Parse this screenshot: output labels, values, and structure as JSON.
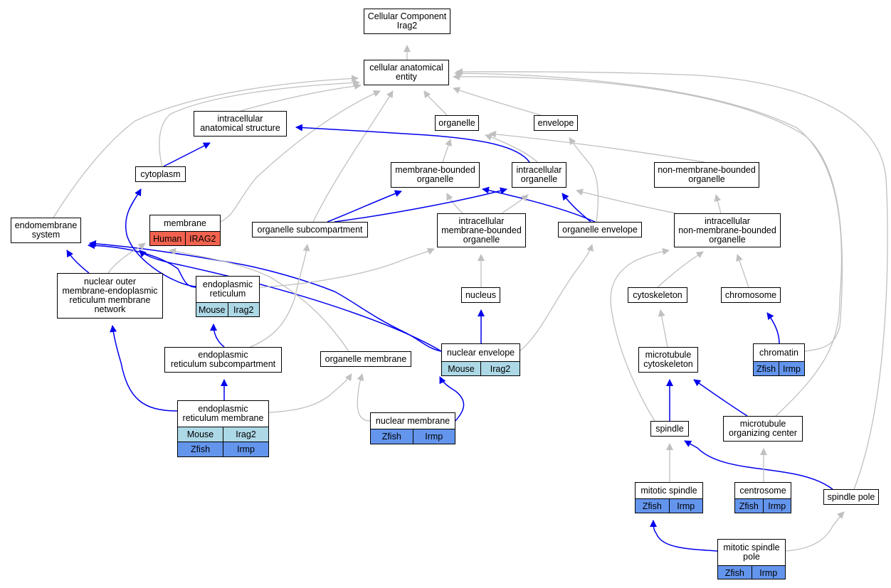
{
  "colors": {
    "edge_gray": "#c0c0c0",
    "edge_blue": "#0000ee",
    "human": "#f2634f",
    "mouse": "#add8e6",
    "zfish": "#6495ed"
  },
  "nodes": [
    {
      "id": "root",
      "label": "Cellular Component\nIrag2"
    },
    {
      "id": "cae",
      "label": "cellular anatomical\nentity"
    },
    {
      "id": "ias",
      "label": "intracellular\nanatomical structure"
    },
    {
      "id": "organelle",
      "label": "organelle"
    },
    {
      "id": "envelope",
      "label": "envelope"
    },
    {
      "id": "cytoplasm",
      "label": "cytoplasm"
    },
    {
      "id": "mbo",
      "label": "membrane-bounded\norganelle"
    },
    {
      "id": "io",
      "label": "intracellular\norganelle"
    },
    {
      "id": "nmbo",
      "label": "non-membrane-bounded\norganelle"
    },
    {
      "id": "endomembrane",
      "label": "endomembrane\nsystem"
    },
    {
      "id": "membrane",
      "label": "membrane",
      "rows": [
        [
          {
            "text": "Human",
            "species": "human"
          },
          {
            "text": "IRAG2",
            "species": "human"
          }
        ]
      ]
    },
    {
      "id": "osub",
      "label": "organelle subcompartment"
    },
    {
      "id": "imbo",
      "label": "intracellular\nmembrane-bounded\norganelle"
    },
    {
      "id": "oenv",
      "label": "organelle envelope"
    },
    {
      "id": "inmbo",
      "label": "intracellular\nnon-membrane-bounded\norganelle"
    },
    {
      "id": "nomer",
      "label": "nuclear outer\nmembrane-endoplasmic\nreticulum membrane\nnetwork"
    },
    {
      "id": "er",
      "label": "endoplasmic\nreticulum",
      "rows": [
        [
          {
            "text": "Mouse",
            "species": "mouse"
          },
          {
            "text": "Irag2",
            "species": "mouse"
          }
        ]
      ]
    },
    {
      "id": "nucleus",
      "label": "nucleus"
    },
    {
      "id": "cytoskeleton",
      "label": "cytoskeleton"
    },
    {
      "id": "chromosome",
      "label": "chromosome"
    },
    {
      "id": "ersub",
      "label": "endoplasmic\nreticulum subcompartment"
    },
    {
      "id": "omem",
      "label": "organelle membrane"
    },
    {
      "id": "nenv",
      "label": "nuclear envelope",
      "rows": [
        [
          {
            "text": "Mouse",
            "species": "mouse"
          },
          {
            "text": "Irag2",
            "species": "mouse"
          }
        ]
      ]
    },
    {
      "id": "mtcyto",
      "label": "microtubule\ncytoskeleton"
    },
    {
      "id": "chromatin",
      "label": "chromatin",
      "rows": [
        [
          {
            "text": "Zfish",
            "species": "zfish"
          },
          {
            "text": "Irmp",
            "species": "zfish"
          }
        ]
      ]
    },
    {
      "id": "erm",
      "label": "endoplasmic\nreticulum membrane",
      "rows": [
        [
          {
            "text": "Mouse",
            "species": "mouse"
          },
          {
            "text": "Irag2",
            "species": "mouse"
          }
        ],
        [
          {
            "text": "Zfish",
            "species": "zfish"
          },
          {
            "text": "Irmp",
            "species": "zfish"
          }
        ]
      ]
    },
    {
      "id": "nmem",
      "label": "nuclear membrane",
      "rows": [
        [
          {
            "text": "Zfish",
            "species": "zfish"
          },
          {
            "text": "Irmp",
            "species": "zfish"
          }
        ]
      ]
    },
    {
      "id": "spindle",
      "label": "spindle"
    },
    {
      "id": "mtoc",
      "label": "microtubule\norganizing center"
    },
    {
      "id": "mspindle",
      "label": "mitotic spindle",
      "rows": [
        [
          {
            "text": "Zfish",
            "species": "zfish"
          },
          {
            "text": "Irmp",
            "species": "zfish"
          }
        ]
      ]
    },
    {
      "id": "centrosome",
      "label": "centrosome",
      "rows": [
        [
          {
            "text": "Zfish",
            "species": "zfish"
          },
          {
            "text": "Irmp",
            "species": "zfish"
          }
        ]
      ]
    },
    {
      "id": "spole",
      "label": "spindle pole"
    },
    {
      "id": "msp",
      "label": "mitotic spindle\npole",
      "rows": [
        [
          {
            "text": "Zfish",
            "species": "zfish"
          },
          {
            "text": "Irmp",
            "species": "zfish"
          }
        ]
      ]
    }
  ],
  "edges": [
    {
      "from": "cae",
      "to": "root",
      "type": "gray"
    },
    {
      "from": "ias",
      "to": "cae",
      "type": "gray"
    },
    {
      "from": "organelle",
      "to": "cae",
      "type": "gray"
    },
    {
      "from": "envelope",
      "to": "cae",
      "type": "gray"
    },
    {
      "from": "cytoplasm",
      "to": "cae",
      "type": "gray"
    },
    {
      "from": "endomembrane",
      "to": "cae",
      "type": "gray"
    },
    {
      "from": "membrane",
      "to": "cae",
      "type": "gray"
    },
    {
      "from": "osub",
      "to": "cae",
      "type": "gray"
    },
    {
      "from": "chromatin",
      "to": "cae",
      "type": "gray"
    },
    {
      "from": "mtoc",
      "to": "cae",
      "type": "gray"
    },
    {
      "from": "spole",
      "to": "cae",
      "type": "gray"
    },
    {
      "from": "cytoplasm",
      "to": "ias",
      "type": "blue"
    },
    {
      "from": "io",
      "to": "ias",
      "type": "blue"
    },
    {
      "from": "mbo",
      "to": "organelle",
      "type": "gray"
    },
    {
      "from": "io",
      "to": "organelle",
      "type": "gray"
    },
    {
      "from": "nmbo",
      "to": "organelle",
      "type": "gray"
    },
    {
      "from": "oenv",
      "to": "envelope",
      "type": "gray"
    },
    {
      "from": "osub",
      "to": "mbo",
      "type": "blue"
    },
    {
      "from": "oenv",
      "to": "mbo",
      "type": "blue"
    },
    {
      "from": "nenv",
      "to": "mbo",
      "type": "blue"
    },
    {
      "from": "imbo",
      "to": "mbo",
      "type": "gray"
    },
    {
      "from": "osub",
      "to": "io",
      "type": "blue"
    },
    {
      "from": "oenv",
      "to": "io",
      "type": "blue"
    },
    {
      "from": "imbo",
      "to": "io",
      "type": "gray"
    },
    {
      "from": "inmbo",
      "to": "io",
      "type": "gray"
    },
    {
      "from": "inmbo",
      "to": "nmbo",
      "type": "gray"
    },
    {
      "from": "nomer",
      "to": "endomembrane",
      "type": "blue"
    },
    {
      "from": "er",
      "to": "endomembrane",
      "type": "blue"
    },
    {
      "from": "nenv",
      "to": "endomembrane",
      "type": "blue"
    },
    {
      "from": "nomer",
      "to": "membrane",
      "type": "gray"
    },
    {
      "from": "omem",
      "to": "membrane",
      "type": "gray"
    },
    {
      "from": "er",
      "to": "cytoplasm",
      "type": "blue"
    },
    {
      "from": "er",
      "to": "imbo",
      "type": "gray"
    },
    {
      "from": "nucleus",
      "to": "imbo",
      "type": "gray"
    },
    {
      "from": "ersub",
      "to": "osub",
      "type": "gray"
    },
    {
      "from": "nenv",
      "to": "oenv",
      "type": "gray"
    },
    {
      "from": "cytoskeleton",
      "to": "inmbo",
      "type": "gray"
    },
    {
      "from": "chromosome",
      "to": "inmbo",
      "type": "gray"
    },
    {
      "from": "spindle",
      "to": "inmbo",
      "type": "gray"
    },
    {
      "from": "erm",
      "to": "nomer",
      "type": "blue"
    },
    {
      "from": "ersub",
      "to": "er",
      "type": "blue"
    },
    {
      "from": "nenv",
      "to": "nucleus",
      "type": "blue"
    },
    {
      "from": "mtcyto",
      "to": "cytoskeleton",
      "type": "gray"
    },
    {
      "from": "chromatin",
      "to": "chromosome",
      "type": "blue"
    },
    {
      "from": "erm",
      "to": "ersub",
      "type": "blue"
    },
    {
      "from": "erm",
      "to": "omem",
      "type": "gray"
    },
    {
      "from": "nmem",
      "to": "omem",
      "type": "gray"
    },
    {
      "from": "nmem",
      "to": "nenv",
      "type": "blue"
    },
    {
      "from": "spindle",
      "to": "mtcyto",
      "type": "blue"
    },
    {
      "from": "mtoc",
      "to": "mtcyto",
      "type": "blue"
    },
    {
      "from": "mspindle",
      "to": "spindle",
      "type": "gray"
    },
    {
      "from": "spole",
      "to": "spindle",
      "type": "blue"
    },
    {
      "from": "centrosome",
      "to": "mtoc",
      "type": "gray"
    },
    {
      "from": "msp",
      "to": "mspindle",
      "type": "blue"
    },
    {
      "from": "msp",
      "to": "spole",
      "type": "gray"
    }
  ]
}
